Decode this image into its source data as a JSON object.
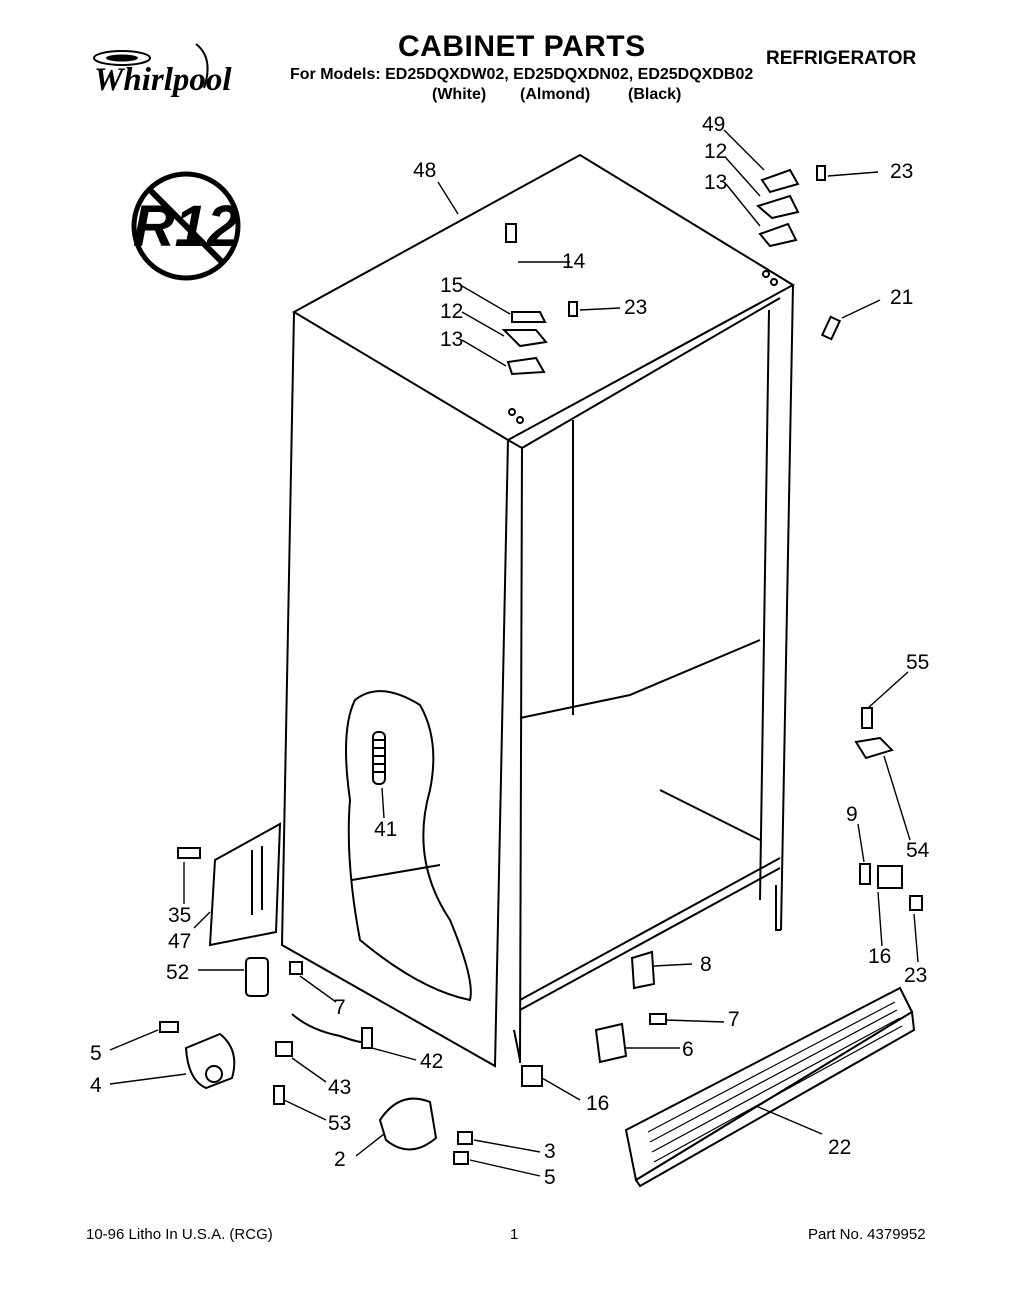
{
  "header": {
    "brand": "Whirlpool",
    "title": "CABINET PARTS",
    "appliance": "REFRIGERATOR",
    "models_line": "For Models: ED25DQXDW02, ED25DQXDN02, ED25DQXDB02",
    "colors": [
      "(White)",
      "(Almond)",
      "(Black)"
    ]
  },
  "badge": {
    "text": "R12"
  },
  "callouts": [
    "48",
    "49",
    "12",
    "13",
    "23",
    "14",
    "15",
    "12",
    "23",
    "13",
    "21",
    "41",
    "55",
    "9",
    "54",
    "35",
    "47",
    "16",
    "23",
    "52",
    "8",
    "7",
    "7",
    "5",
    "4",
    "42",
    "6",
    "43",
    "53",
    "16",
    "3",
    "2",
    "5",
    "22"
  ],
  "footer": {
    "left": "10-96 Litho In U.S.A. (RCG)",
    "center": "1",
    "right": "Part No. 4379952"
  }
}
